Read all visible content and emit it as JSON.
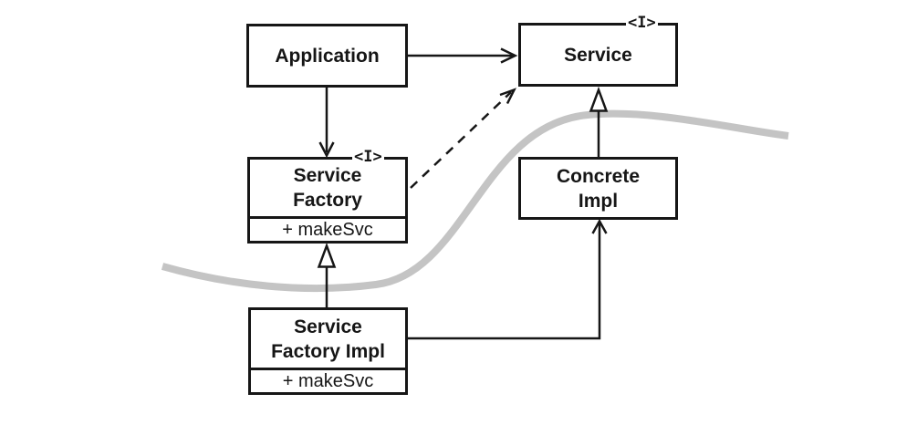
{
  "diagram": {
    "kind": "uml-class-diagram",
    "colors": {
      "stroke": "#161616",
      "boundary_curve": "#c4c4c4",
      "box_fill": "#ffffff",
      "background": "#ffffff"
    },
    "nodes": {
      "application": {
        "label": "Application"
      },
      "service": {
        "stereotype": "<I>",
        "label": "Service"
      },
      "service_factory": {
        "stereotype": "<I>",
        "label_line1": "Service",
        "label_line2": "Factory",
        "attribute": "+ makeSvc"
      },
      "concrete_impl": {
        "label_line1": "Concrete",
        "label_line2": "Impl"
      },
      "service_factory_impl": {
        "label_line1": "Service",
        "label_line2": "Factory Impl",
        "attribute": "+ makeSvc"
      }
    },
    "edges": [
      {
        "from": "application",
        "to": "service",
        "style": "solid",
        "head": "open-arrow"
      },
      {
        "from": "application",
        "to": "service_factory",
        "style": "solid",
        "head": "open-arrow"
      },
      {
        "from": "service_factory",
        "to": "service",
        "style": "dashed",
        "head": "open-arrow"
      },
      {
        "from": "concrete_impl",
        "to": "service",
        "style": "solid",
        "head": "hollow-triangle"
      },
      {
        "from": "service_factory_impl",
        "to": "service_factory",
        "style": "solid",
        "head": "hollow-triangle"
      },
      {
        "from": "service_factory_impl",
        "to": "concrete_impl",
        "style": "solid",
        "head": "open-arrow"
      }
    ]
  }
}
